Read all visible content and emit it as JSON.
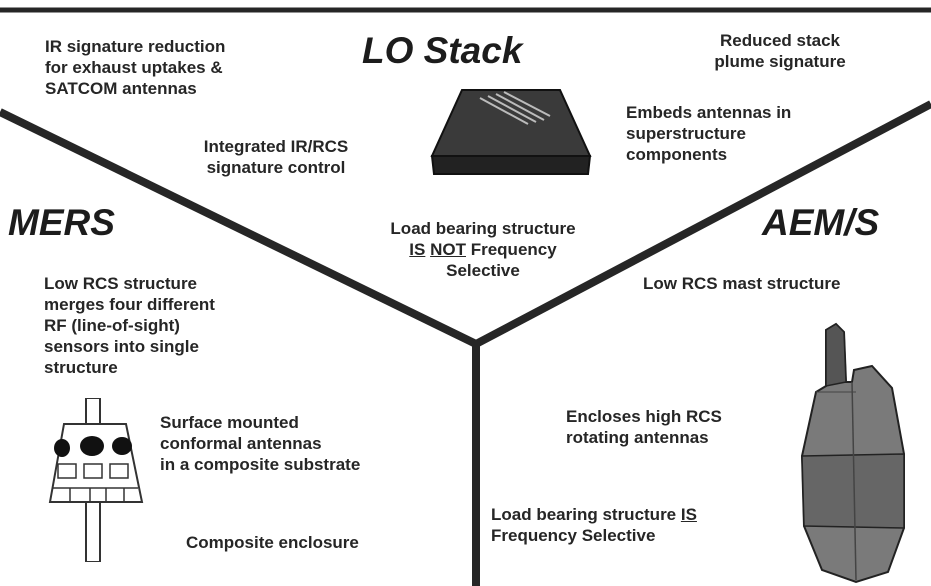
{
  "sections": {
    "lo_stack": {
      "title": "LO Stack",
      "notes": {
        "ir_reduction": [
          "IR signature reduction",
          "for exhaust uptakes &",
          "SATCOM antennas"
        ],
        "integrated": [
          "Integrated IR/RCS",
          "signature control"
        ],
        "plume": [
          "Reduced stack",
          "plume signature"
        ],
        "embeds": [
          "Embeds antennas in",
          "superstructure",
          "components"
        ],
        "load_bearing": {
          "line1": "Load bearing structure",
          "w1": "IS",
          "w2": "NOT",
          "w3": "Frequency",
          "line3": "Selective"
        }
      }
    },
    "mers": {
      "title": "MERS",
      "notes": {
        "low_rcs": [
          "Low RCS structure",
          "merges four different",
          "RF (line-of-sight)",
          "sensors into single",
          "structure"
        ],
        "surface": [
          "Surface mounted",
          "conformal antennas",
          "in a composite substrate"
        ],
        "enclosure": "Composite enclosure"
      }
    },
    "aem_s": {
      "title": "AEM/S",
      "notes": {
        "mast": "Low RCS mast structure",
        "encloses": [
          "Encloses high RCS",
          "rotating antennas"
        ],
        "load_bearing": {
          "text": "Load bearing structure",
          "w1": "IS",
          "line2": "Frequency Selective"
        }
      }
    }
  },
  "colors": {
    "line": "#262626",
    "text": "#262626",
    "stack_fill": "#3a3a3a",
    "mast_fill": "#7a7a7a"
  }
}
